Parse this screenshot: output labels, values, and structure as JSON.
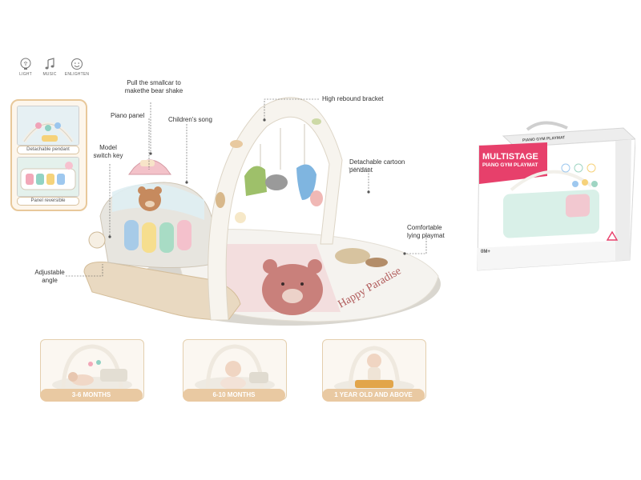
{
  "features": [
    {
      "icon": "bulb-icon",
      "label": "LIGHT"
    },
    {
      "icon": "music-note-icon",
      "label": "MUSIC"
    },
    {
      "icon": "smile-face-icon",
      "label": "ENLIGHTEN"
    }
  ],
  "side_panel": {
    "items": [
      {
        "label": "Detachable pendant"
      },
      {
        "label": "Panel reversible"
      }
    ]
  },
  "callouts": {
    "pull_car": "Pull the smallcar to makethe bear shake",
    "piano_panel": "Piano panel",
    "childrens_song": "Children's song",
    "model_switch": "Model switch key",
    "adjustable_angle": "Adjustable angle",
    "high_rebound": "High rebound bracket",
    "detachable_pendant": "Detachable cartoon pendant",
    "comfortable_mat": "Comfortable lying playmat"
  },
  "mat_text": "Happy Paradise",
  "ages": [
    {
      "label": "3-6 MONTHS"
    },
    {
      "label": "6-10 MONTHS"
    },
    {
      "label": "1 YEAR OLD AND ABOVE"
    }
  ],
  "box": {
    "title_line1": "MULTISTAGE",
    "title_line2": "PIANO GYM PLAYMAT",
    "top_text": "PIANO GYM PLAYMAT",
    "age_badge": "0M+"
  },
  "colors": {
    "accent_pink": "#e7406b",
    "beige": "#e9c9a2",
    "mat_white": "#f5f3ef"
  }
}
